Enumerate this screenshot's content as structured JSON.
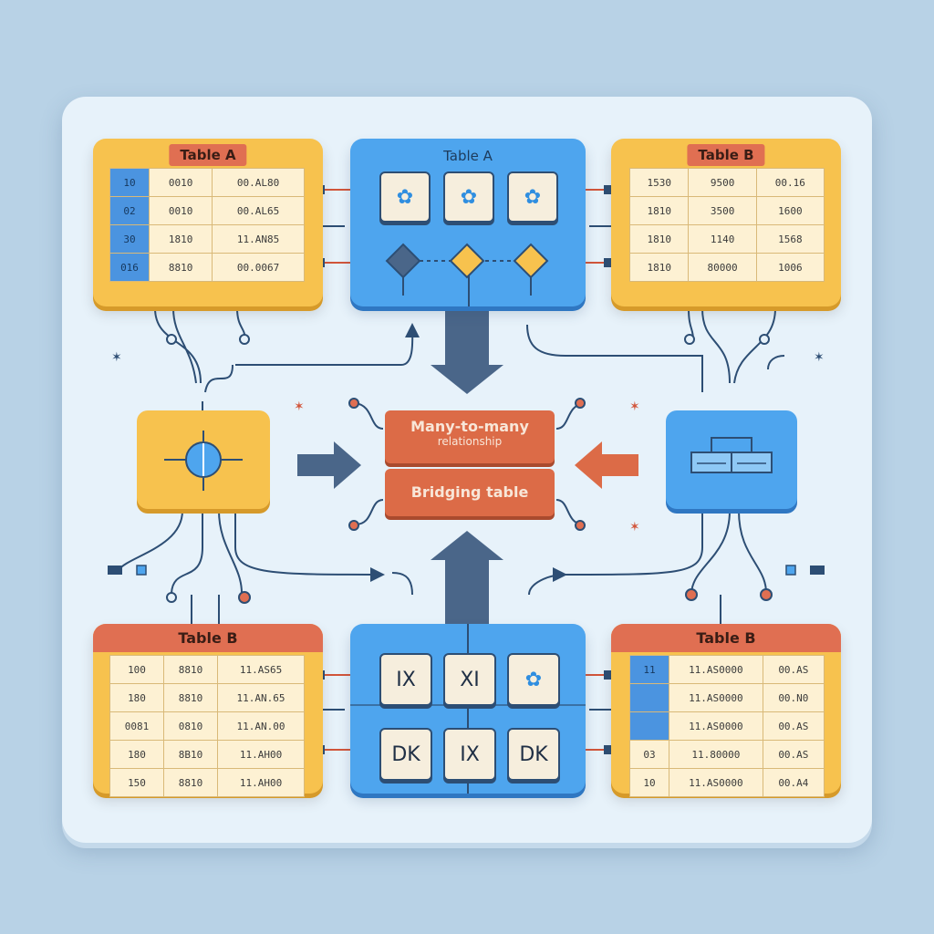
{
  "top_left": {
    "title": "Table A",
    "rows": [
      [
        "10",
        "0010",
        "00.AL80"
      ],
      [
        "02",
        "0010",
        "00.AL65"
      ],
      [
        "30",
        "1810",
        "11.AN85"
      ],
      [
        "016",
        "8810",
        "00.0067"
      ]
    ]
  },
  "top_center": {
    "title": "Table A"
  },
  "top_right": {
    "title": "Table B",
    "rows": [
      [
        "1530",
        "9500",
        "00.16"
      ],
      [
        "1810",
        "3500",
        "1600"
      ],
      [
        "1810",
        "1140",
        "1568"
      ],
      [
        "1810",
        "80000",
        "1006"
      ]
    ]
  },
  "bottom_left": {
    "title": "Table B",
    "rows": [
      [
        "100",
        "8810",
        "11.AS65"
      ],
      [
        "180",
        "8810",
        "11.AN.65"
      ],
      [
        "0081",
        "0810",
        "11.AN.00"
      ],
      [
        "180",
        "8B10",
        "11.AH00"
      ],
      [
        "150",
        "8810",
        "11.AH00"
      ]
    ]
  },
  "bottom_center": {
    "tiles": [
      "IX",
      "XI",
      "",
      "DK",
      "IX",
      "DK"
    ]
  },
  "bottom_right": {
    "title": "Table B",
    "rows": [
      [
        "11",
        "11.AS0000",
        "00.AS"
      ],
      [
        "",
        "11.AS0000",
        "00.N0"
      ],
      [
        "",
        "11.AS0000",
        "00.AS"
      ],
      [
        "03",
        "11.80000",
        "00.AS"
      ],
      [
        "10",
        "11.AS0000",
        "00.A4"
      ]
    ]
  },
  "center": {
    "line1": "Many-to-many",
    "line2": "relationship",
    "bridge": "Bridging table"
  },
  "icons": [
    "flower-icon",
    "diamond-icon",
    "target-icon",
    "stacked-blocks-icon"
  ],
  "colors": {
    "board": "#e7f2fa",
    "yellow": "#f7c24e",
    "blue": "#4ea5ee",
    "orange": "#dc6b47",
    "navy": "#2d4e74"
  }
}
